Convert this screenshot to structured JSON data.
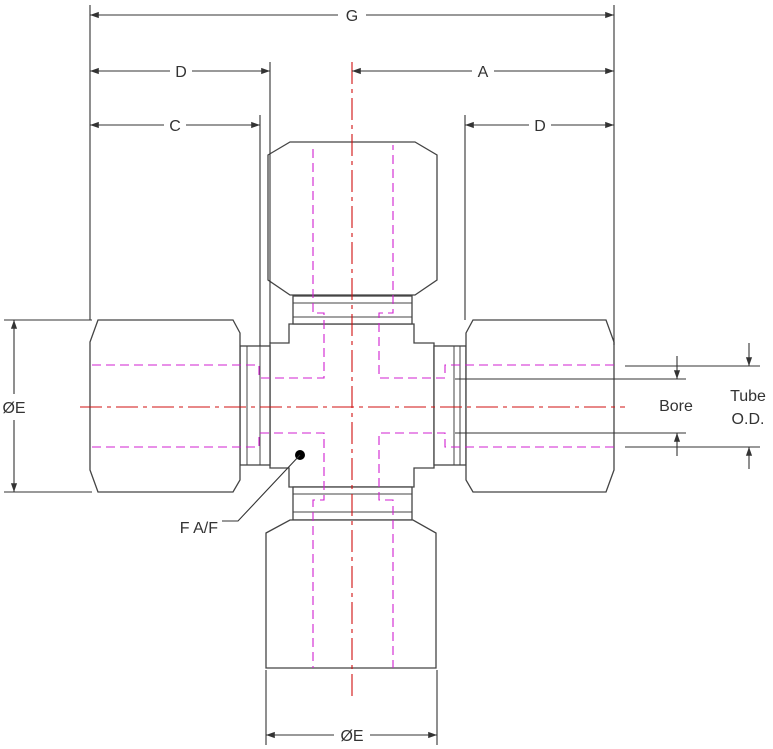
{
  "title": "Union Cross fitting dimension drawing",
  "dimensions": {
    "overall_length": "G",
    "left_end_to_face": "D",
    "center_to_end": "A",
    "left_end_to_collar": "C",
    "right_face_to_end": "D",
    "nut_diameter_left": "ØE",
    "nut_diameter_bottom": "ØE",
    "bore": "Bore",
    "tube_od_line1": "Tube",
    "tube_od_line2": "O.D.",
    "flats": "F A/F"
  },
  "colors": {
    "outline": "#444444",
    "hidden_lines": "#d020d0",
    "center_lines": "#d01010"
  }
}
